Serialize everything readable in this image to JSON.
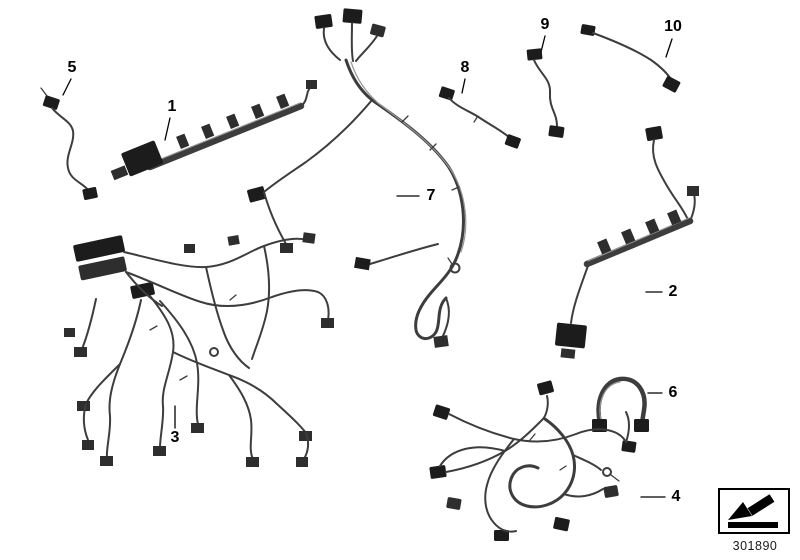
{
  "diagram": {
    "id": "301890",
    "colors": {
      "background": "#ffffff",
      "line": "#3d3d3d",
      "connector": "#1c1c1c",
      "label": "#000000"
    },
    "icons": {
      "logo_box_icon": "direction-arrow"
    },
    "callouts": [
      {
        "label": "1"
      },
      {
        "label": "2"
      },
      {
        "label": "3"
      },
      {
        "label": "4"
      },
      {
        "label": "5"
      },
      {
        "label": "6"
      },
      {
        "label": "7"
      },
      {
        "label": "8"
      },
      {
        "label": "9"
      },
      {
        "label": "10"
      }
    ]
  }
}
